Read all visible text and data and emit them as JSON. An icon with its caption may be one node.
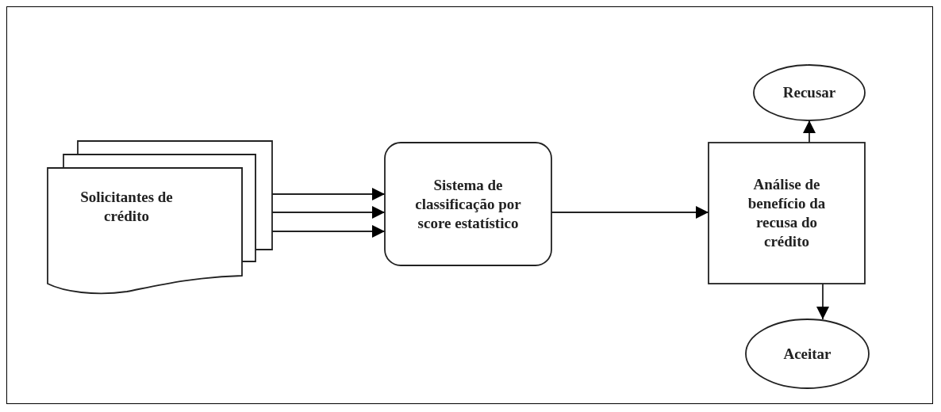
{
  "diagram": {
    "nodes": [
      {
        "text": [
          "Solicitantes de crédito"
        ]
      },
      {
        "text": [
          "Sistema de classificação por score estatístico"
        ]
      },
      {
        "text": [
          "Análise de benefício da recusa do crédito"
        ]
      },
      {
        "text": [
          "Recusar"
        ]
      },
      {
        "text": [
          "Aceitar"
        ]
      }
    ],
    "edges": [
      {
        "from": 0,
        "to": 1,
        "arrow": "to"
      },
      {
        "from": 0,
        "to": 1,
        "arrow": "to"
      },
      {
        "from": 0,
        "to": 1,
        "arrow": "to"
      },
      {
        "from": 1,
        "to": 2,
        "arrow": "to"
      },
      {
        "from": 2,
        "to": 3,
        "arrow": "to"
      },
      {
        "from": 2,
        "to": 4,
        "arrow": "to"
      }
    ]
  }
}
